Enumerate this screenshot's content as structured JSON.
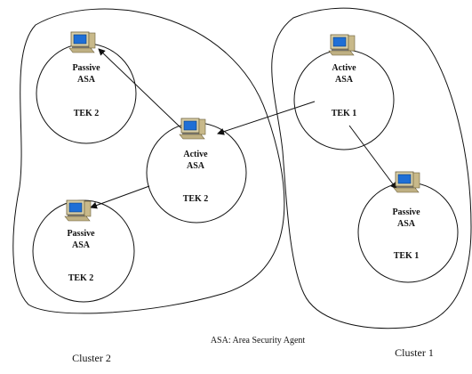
{
  "diagram": {
    "clusters": [
      {
        "id": "cluster2",
        "label": "Cluster 2"
      },
      {
        "id": "cluster1",
        "label": "Cluster 1"
      }
    ],
    "nodes": [
      {
        "id": "c2-passive-top",
        "role": "Passive",
        "agent": "ASA",
        "key": "TEK 2",
        "cluster": "cluster2"
      },
      {
        "id": "c2-active",
        "role": "Active",
        "agent": "ASA",
        "key": "TEK 2",
        "cluster": "cluster2"
      },
      {
        "id": "c2-passive-bottom",
        "role": "Passive",
        "agent": "ASA",
        "key": "TEK 2",
        "cluster": "cluster2"
      },
      {
        "id": "c1-active",
        "role": "Active",
        "agent": "ASA",
        "key": "TEK 1",
        "cluster": "cluster1"
      },
      {
        "id": "c1-passive",
        "role": "Passive",
        "agent": "ASA",
        "key": "TEK 1",
        "cluster": "cluster1"
      }
    ],
    "edges": [
      {
        "from": "c1-active",
        "to": "c2-active"
      },
      {
        "from": "c2-active",
        "to": "c2-passive-top"
      },
      {
        "from": "c2-active",
        "to": "c2-passive-bottom"
      },
      {
        "from": "c1-active",
        "to": "c1-passive"
      }
    ],
    "legend": "ASA: Area Security Agent",
    "icon": "computer-icon"
  }
}
